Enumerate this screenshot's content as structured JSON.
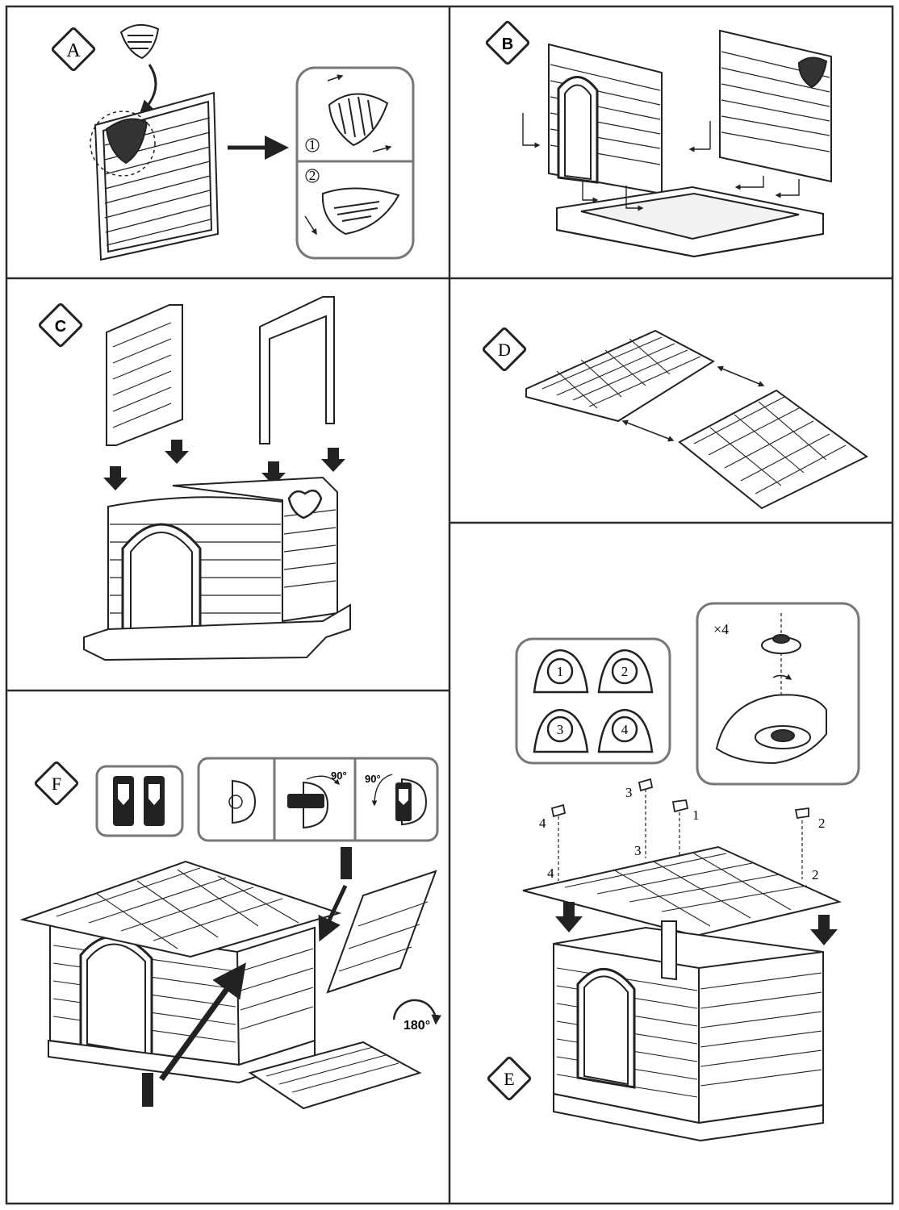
{
  "steps": {
    "a": {
      "label": "A",
      "sub1": "1",
      "sub2": "2"
    },
    "b": {
      "label": "B"
    },
    "c": {
      "label": "C"
    },
    "d": {
      "label": "D"
    },
    "e": {
      "label": "E",
      "multiplier": "×4",
      "caps": [
        "1",
        "2",
        "3",
        "4"
      ],
      "holes": {
        "one": "1",
        "two": "2",
        "three": "3",
        "four": "4"
      }
    },
    "f": {
      "label": "F",
      "angle1": "90°",
      "angle2": "90°",
      "rotate": "180°"
    }
  },
  "colors": {
    "line": "#222222",
    "frame": "#2b2b2b",
    "box": "#777777"
  }
}
